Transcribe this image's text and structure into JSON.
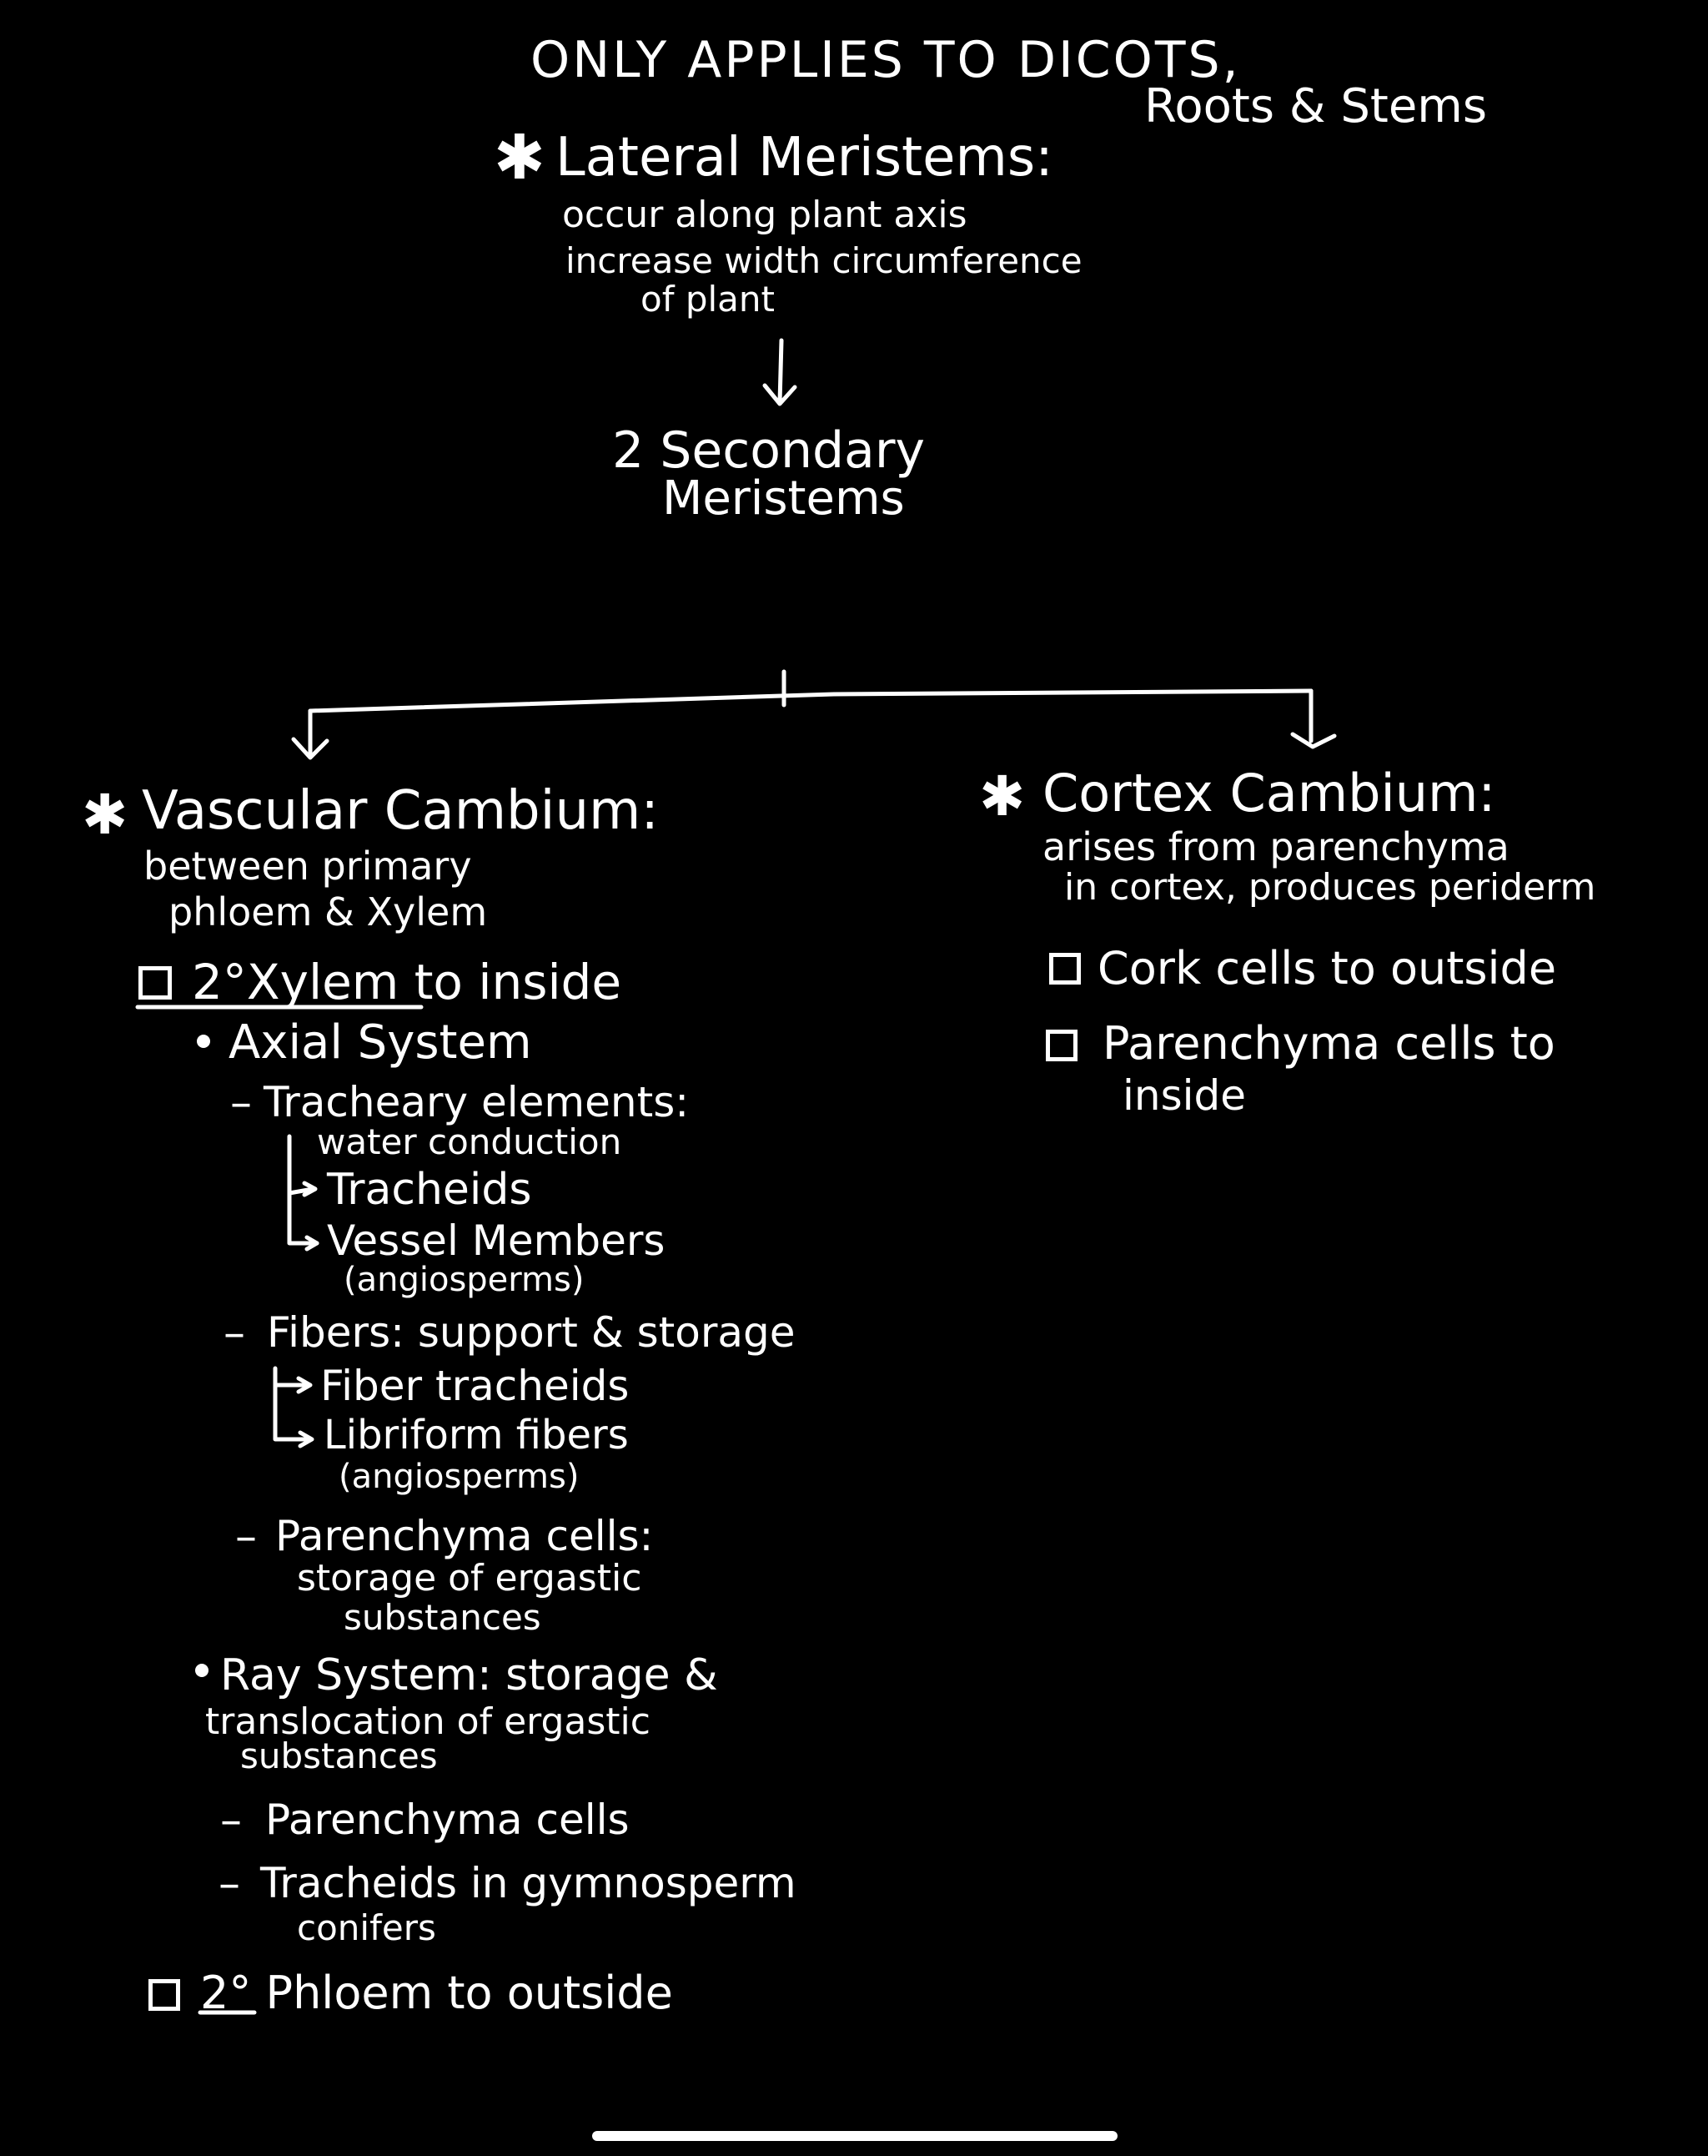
{
  "header": {
    "scope": "ONLY APPLIES TO DICOTS,",
    "scope_detail": "Roots & Stems"
  },
  "lateral": {
    "title": "Lateral Meristems:",
    "line1": "occur along plant axis",
    "line2": "increase width circumference",
    "line3": "of plant"
  },
  "secondary": {
    "line1": "2 Secondary",
    "line2": "Meristems"
  },
  "vascular": {
    "title": "Vascular Cambium:",
    "desc1": "between primary",
    "desc2": "phloem & Xylem",
    "xylem": "2°Xylem to inside",
    "axial": "Axial System",
    "tracheary": "Tracheary elements:",
    "water": "water conduction",
    "tracheids": "Tracheids",
    "vessel": "Vessel Members",
    "vessel_note": "(angiosperms)",
    "fibers": "Fibers: support & storage",
    "fiber_tracheids": "Fiber tracheids",
    "libriform": "Libriform fibers",
    "libriform_note": "(angiosperms)",
    "parenchyma": "Parenchyma cells:",
    "parenchyma2": "storage of ergastic",
    "parenchyma3": "substances",
    "ray1": "Ray System: storage &",
    "ray2": "translocation of ergastic",
    "ray3": "substances",
    "ray_parenchyma": "Parenchyma cells",
    "ray_tracheids1": "Tracheids in gymnosperm",
    "ray_tracheids2": "conifers",
    "phloem": "2° Phloem to outside"
  },
  "cortex": {
    "title": "Cortex Cambium:",
    "desc1": "arises from parenchyma",
    "desc2": "in cortex, produces periderm",
    "cork": "Cork cells to outside",
    "paren1": "Parenchyma cells to",
    "paren2": "inside"
  }
}
